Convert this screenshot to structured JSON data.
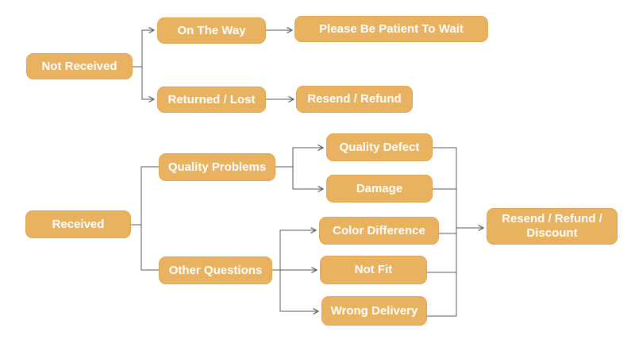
{
  "diagram": {
    "type": "flowchart",
    "colors": {
      "background": "#ffffff",
      "node_fill": "#e9b261",
      "node_border": "#dfa552",
      "node_text": "#ffffff",
      "connector": "#595959"
    },
    "nodes": {
      "not_received": {
        "label": "Not Received"
      },
      "on_the_way": {
        "label": "On The Way"
      },
      "please_be_patient": {
        "label": "Please Be Patient To Wait"
      },
      "returned_lost": {
        "label": "Returned / Lost"
      },
      "resend_refund": {
        "label": "Resend / Refund"
      },
      "received": {
        "label": "Received"
      },
      "quality_problems": {
        "label": "Quality Problems"
      },
      "other_questions": {
        "label": "Other Questions"
      },
      "quality_defect": {
        "label": "Quality Defect"
      },
      "damage": {
        "label": "Damage"
      },
      "color_difference": {
        "label": "Color Difference"
      },
      "not_fit": {
        "label": "Not Fit"
      },
      "wrong_delivery": {
        "label": "Wrong Delivery"
      },
      "resend_refund_discount": {
        "label": "Resend / Refund / Discount"
      }
    },
    "edges": [
      {
        "from": "Not Received",
        "to": "On The Way",
        "arrow": true
      },
      {
        "from": "On The Way",
        "to": "Please Be Patient To Wait",
        "arrow": true
      },
      {
        "from": "Not Received",
        "to": "Returned / Lost",
        "arrow": true
      },
      {
        "from": "Returned / Lost",
        "to": "Resend / Refund",
        "arrow": true
      },
      {
        "from": "Received",
        "to": "Quality Problems",
        "arrow": false
      },
      {
        "from": "Received",
        "to": "Other Questions",
        "arrow": false
      },
      {
        "from": "Quality Problems",
        "to": "Quality Defect",
        "arrow": true
      },
      {
        "from": "Quality Problems",
        "to": "Damage",
        "arrow": true
      },
      {
        "from": "Other Questions",
        "to": "Color Difference",
        "arrow": true
      },
      {
        "from": "Other Questions",
        "to": "Not Fit",
        "arrow": true
      },
      {
        "from": "Other Questions",
        "to": "Wrong Delivery",
        "arrow": true
      },
      {
        "from": "Quality Defect",
        "to": "Resend / Refund / Discount",
        "arrow": true
      },
      {
        "from": "Damage",
        "to": "Resend / Refund / Discount",
        "arrow": true
      },
      {
        "from": "Color Difference",
        "to": "Resend / Refund / Discount",
        "arrow": true
      },
      {
        "from": "Not Fit",
        "to": "Resend / Refund / Discount",
        "arrow": true
      },
      {
        "from": "Wrong Delivery",
        "to": "Resend / Refund / Discount",
        "arrow": true
      }
    ]
  }
}
